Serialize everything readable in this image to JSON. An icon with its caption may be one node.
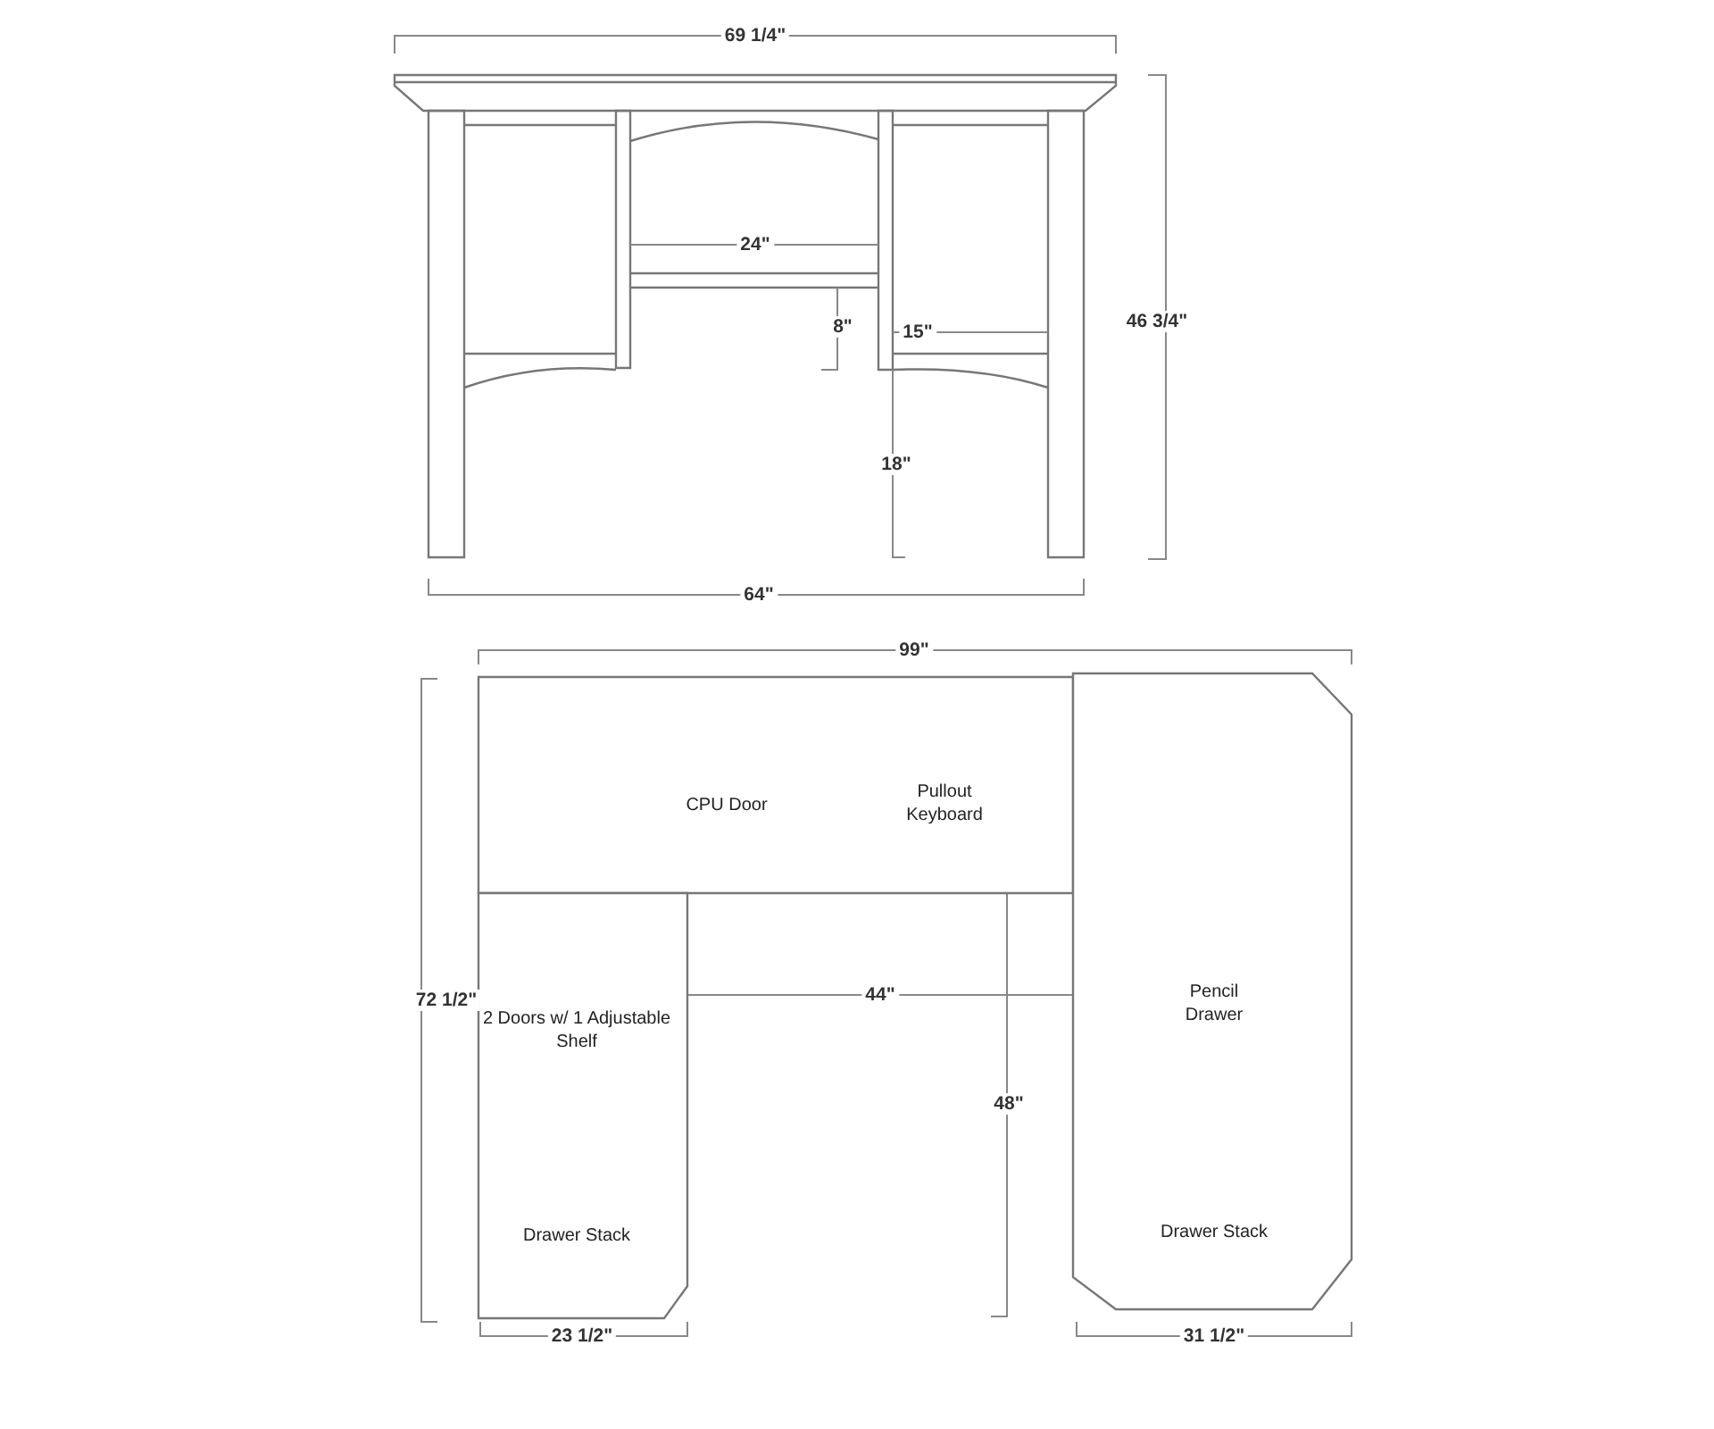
{
  "diagram": {
    "nodes": [
      {
        "text": [
          "CPU Door",
          "Pullout Keyboard"
        ]
      },
      {
        "text": [
          "2 Doors w/ 1 Adjustable Shelf",
          "Drawer Stack"
        ]
      },
      {
        "text": [
          "Pencil Drawer",
          "Drawer Stack"
        ]
      }
    ],
    "labels": [
      "69 1/4\"",
      "24\"",
      "8\"",
      "15\"",
      "46 3/4\"",
      "18\"",
      "64\"",
      "99\"",
      "72 1/2\"",
      "44\"",
      "48\"",
      "23 1/2\"",
      "31 1/2\""
    ]
  }
}
